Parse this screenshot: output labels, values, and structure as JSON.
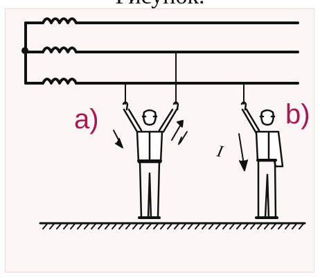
{
  "caption": "Рисунок.",
  "labels": {
    "a": "a)",
    "b": "b)"
  },
  "current_symbol": "I",
  "colors": {
    "label": "#a8174e",
    "ink": "#111111",
    "background": "#fcf6f6"
  }
}
